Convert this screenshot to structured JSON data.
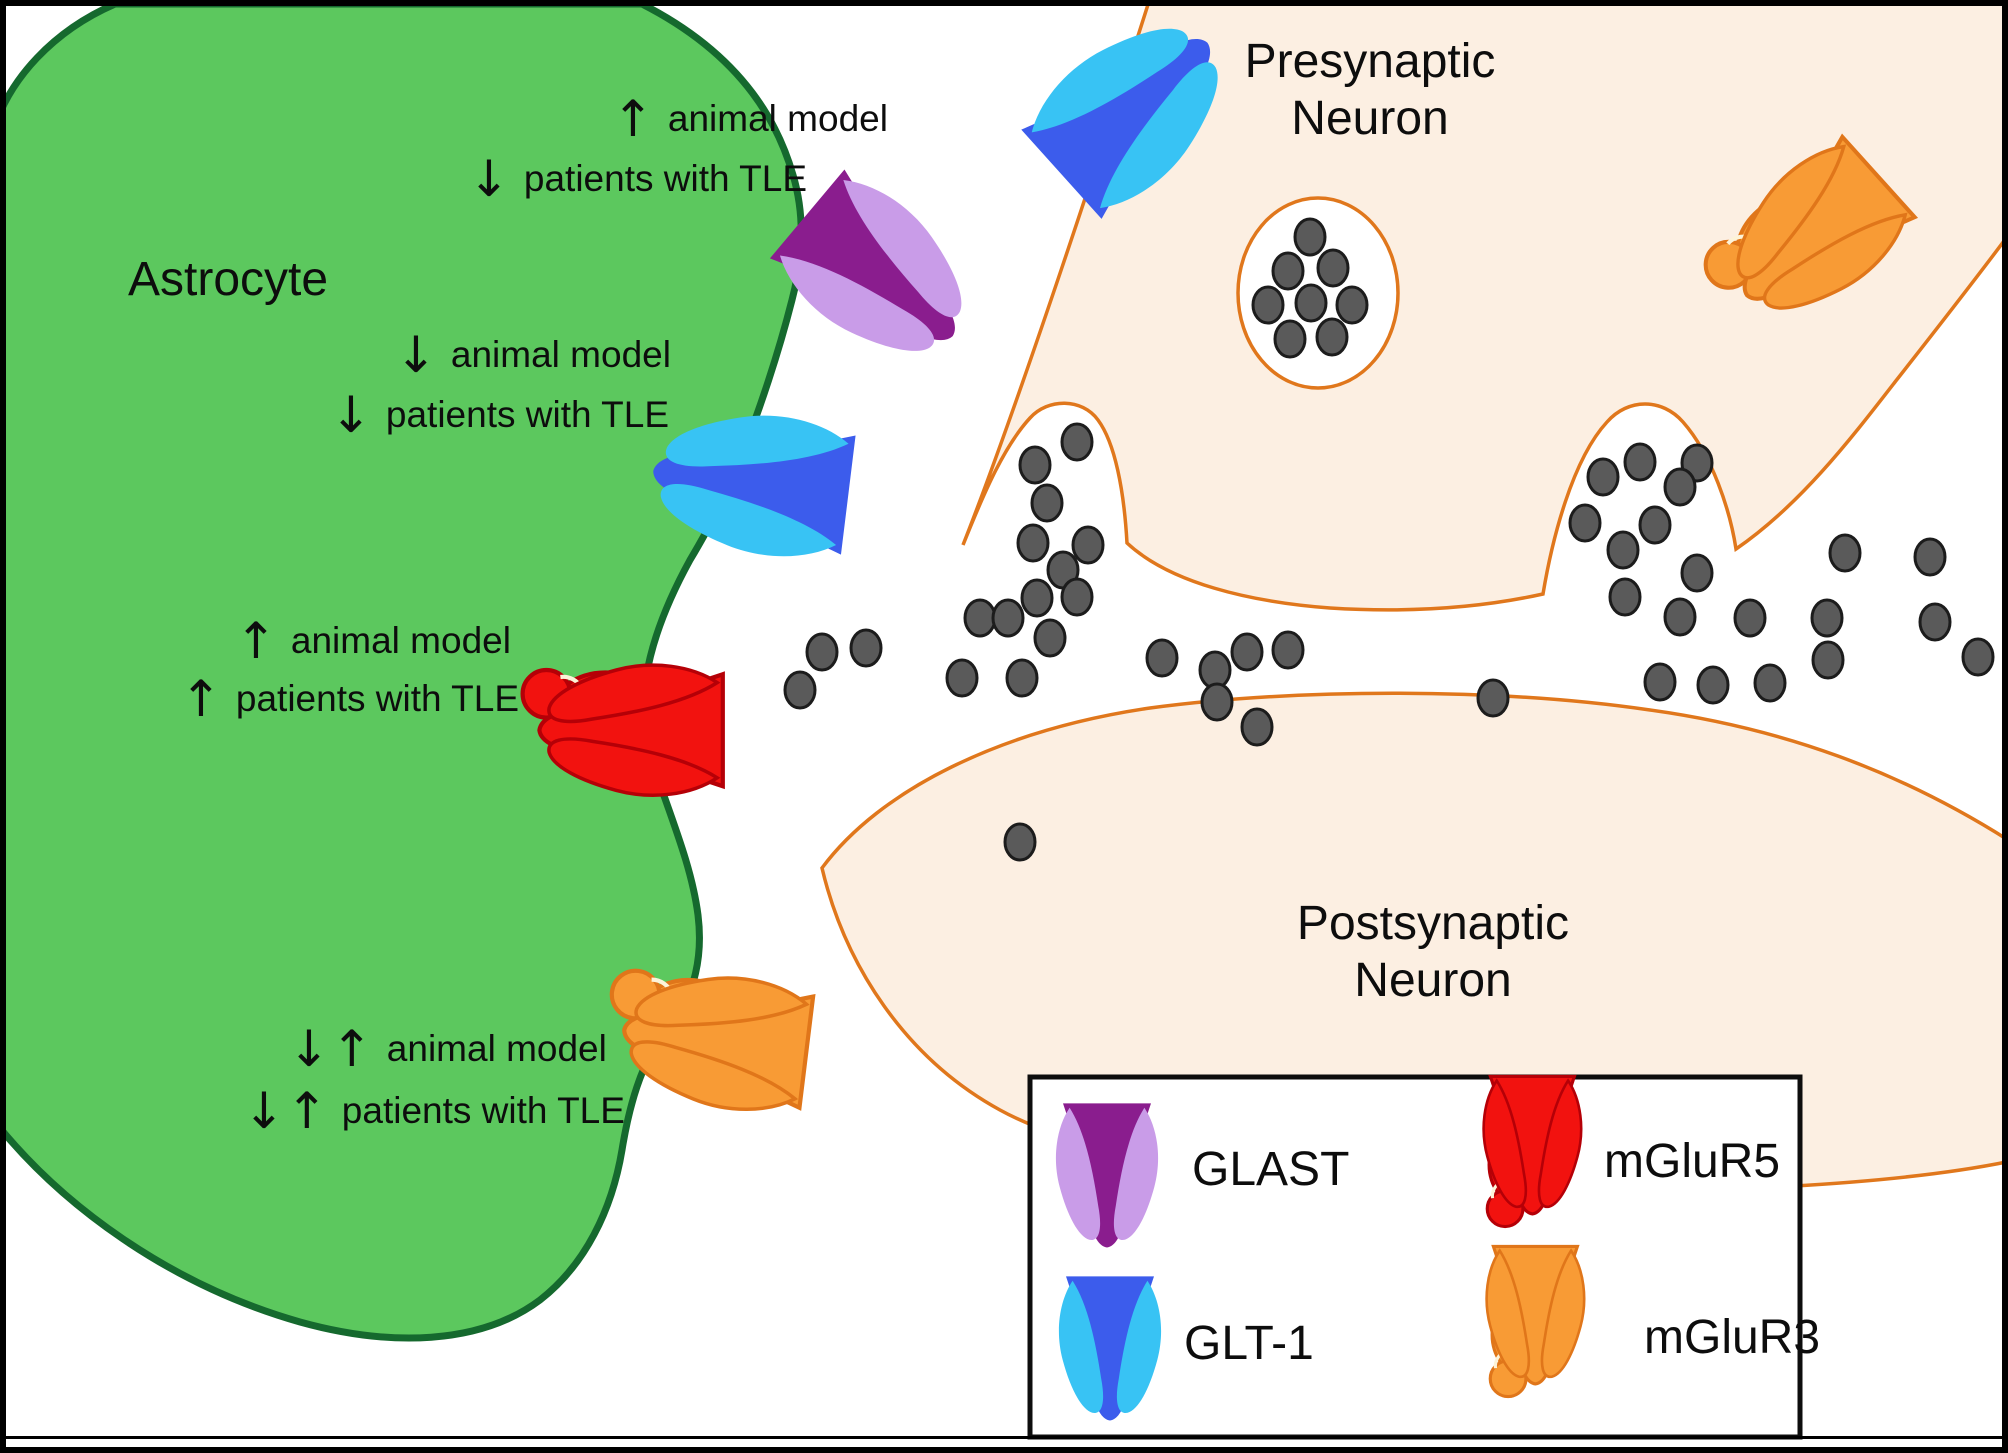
{
  "figure": {
    "astrocyte_label": "Astrocyte",
    "presynaptic_label": "Presynaptic\nNeuron",
    "postsynaptic_label": "Postsynaptic\nNeuron"
  },
  "annotations": [
    {
      "receptor": "GLAST",
      "line1_arrows": "↑",
      "line1_text": "animal model",
      "line2_arrows": "↓",
      "line2_text": "patients with TLE"
    },
    {
      "receptor": "GLT-1",
      "line1_arrows": "↓",
      "line1_text": "animal model",
      "line2_arrows": "↓",
      "line2_text": "patients with TLE"
    },
    {
      "receptor": "mGluR5",
      "line1_arrows": "↑",
      "line1_text": "animal model",
      "line2_arrows": "↑",
      "line2_text": "patients with TLE"
    },
    {
      "receptor": "mGluR3",
      "line1_arrows": "↓↑",
      "line1_text": "animal model",
      "line2_arrows": "↓↑",
      "line2_text": "patients with TLE"
    }
  ],
  "legend": {
    "items": [
      {
        "label": "GLAST"
      },
      {
        "label": "GLT-1"
      },
      {
        "label": "mGluR5"
      },
      {
        "label": "mGluR3"
      }
    ]
  },
  "colors": {
    "astro_fill": "#5cc85e",
    "astro_stroke": "#15692e",
    "neuron_fill": "#fcefe2",
    "neuron_stroke": "#e0771c",
    "dot_fill": "#5a5a5a",
    "dot_stroke": "#1c1c1c",
    "glast_light": "#c99ce8",
    "glast_dark": "#8a1d8e",
    "glt1_light": "#38c3f4",
    "glt1_dark": "#3c5cec",
    "mglur5_body": "#f2120f",
    "mglur5_edge": "#b50007",
    "mglur3_body": "#f89b35",
    "mglur3_edge": "#e0761a",
    "text": "#0d0d0d",
    "frame": "#0d0d0d"
  },
  "dot_style": {
    "rx": 15,
    "ry": 18
  },
  "glutamate_dots": [
    [
      1310,
      237
    ],
    [
      1288,
      271
    ],
    [
      1333,
      268
    ],
    [
      1268,
      305
    ],
    [
      1311,
      303
    ],
    [
      1352,
      305
    ],
    [
      1290,
      339
    ],
    [
      1332,
      337
    ],
    [
      1077,
      442
    ],
    [
      1035,
      465
    ],
    [
      1047,
      503
    ],
    [
      1033,
      543
    ],
    [
      1088,
      545
    ],
    [
      1063,
      570
    ],
    [
      1037,
      598
    ],
    [
      1077,
      597
    ],
    [
      980,
      618
    ],
    [
      1008,
      618
    ],
    [
      1050,
      638
    ],
    [
      962,
      678
    ],
    [
      1022,
      678
    ],
    [
      822,
      652
    ],
    [
      866,
      648
    ],
    [
      800,
      690
    ],
    [
      1162,
      658
    ],
    [
      1215,
      670
    ],
    [
      1247,
      652
    ],
    [
      1288,
      650
    ],
    [
      1217,
      702
    ],
    [
      1257,
      727
    ],
    [
      1493,
      698
    ],
    [
      1603,
      477
    ],
    [
      1640,
      462
    ],
    [
      1697,
      463
    ],
    [
      1680,
      487
    ],
    [
      1585,
      523
    ],
    [
      1655,
      525
    ],
    [
      1623,
      550
    ],
    [
      1697,
      573
    ],
    [
      1625,
      597
    ],
    [
      1680,
      617
    ],
    [
      1750,
      618
    ],
    [
      1827,
      618
    ],
    [
      1845,
      553
    ],
    [
      1828,
      660
    ],
    [
      1660,
      682
    ],
    [
      1713,
      685
    ],
    [
      1770,
      683
    ],
    [
      1930,
      557
    ],
    [
      1935,
      622
    ],
    [
      1978,
      657
    ],
    [
      1020,
      842
    ]
  ]
}
